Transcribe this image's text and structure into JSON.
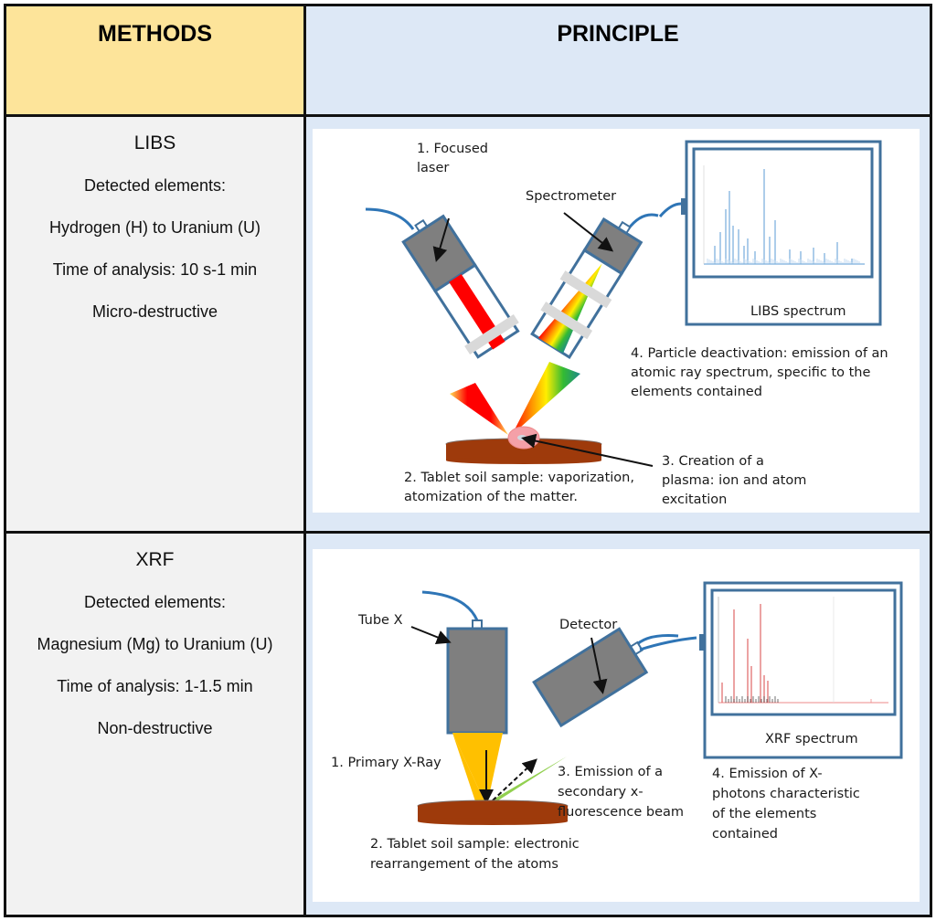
{
  "header": {
    "methods_label": "METHODS",
    "principle_label": "PRINCIPLE"
  },
  "colors": {
    "methods_header_bg": "#fde49a",
    "principle_bg": "#dde8f6",
    "method_cell_bg": "#f2f2f2",
    "grid_border": "#111111",
    "device_body": "#7f7f7f",
    "device_outline": "#41719c",
    "cable": "#2e75b6",
    "laser": "#ff0000",
    "sample_tablet": "#9e3a0b",
    "plasma": "#f4a0a8",
    "xray_beam": "#ffc000",
    "fluorescence_beam": "#92d050"
  },
  "rows": [
    {
      "method": {
        "name": "LIBS",
        "detected_label": "Detected elements:",
        "elements_range": "Hydrogen (H) to Uranium (U)",
        "analysis_time": "Time of analysis: 10 s-1 min",
        "destructiveness": "Micro-destructive"
      },
      "principle": {
        "labels": {
          "step1_line1": "1. Focused",
          "step1_line2": "laser",
          "spectrometer": "Spectrometer",
          "spectrum_title": "LIBS spectrum",
          "step4_line1": "4. Particle deactivation: emission of an",
          "step4_line2": "atomic ray spectrum, specific to the",
          "step4_line3": "elements contained",
          "step2_line1": "2. Tablet soil sample: vaporization,",
          "step2_line2": "atomization of the matter.",
          "step3_line1": "3. Creation of a",
          "step3_line2": "plasma: ion and atom",
          "step3_line3": "excitation"
        }
      }
    },
    {
      "method": {
        "name": "XRF",
        "detected_label": "Detected elements:",
        "elements_range": "Magnesium (Mg) to Uranium (U)",
        "analysis_time": "Time of analysis: 1-1.5 min",
        "destructiveness": "Non-destructive"
      },
      "principle": {
        "labels": {
          "tube": "Tube X",
          "detector": "Detector",
          "spectrum_title": "XRF spectrum",
          "step1": "1. Primary X-Ray",
          "step3_line1": "3. Emission of a",
          "step3_line2": "secondary x-",
          "step3_line3": "fluorescence beam",
          "step4_line1": "4. Emission of X-",
          "step4_line2": "photons characteristic",
          "step4_line3": "of the elements",
          "step4_line4": "contained",
          "step2_line1": "2. Tablet soil sample: electronic",
          "step2_line2": "rearrangement of the atoms"
        }
      }
    }
  ]
}
